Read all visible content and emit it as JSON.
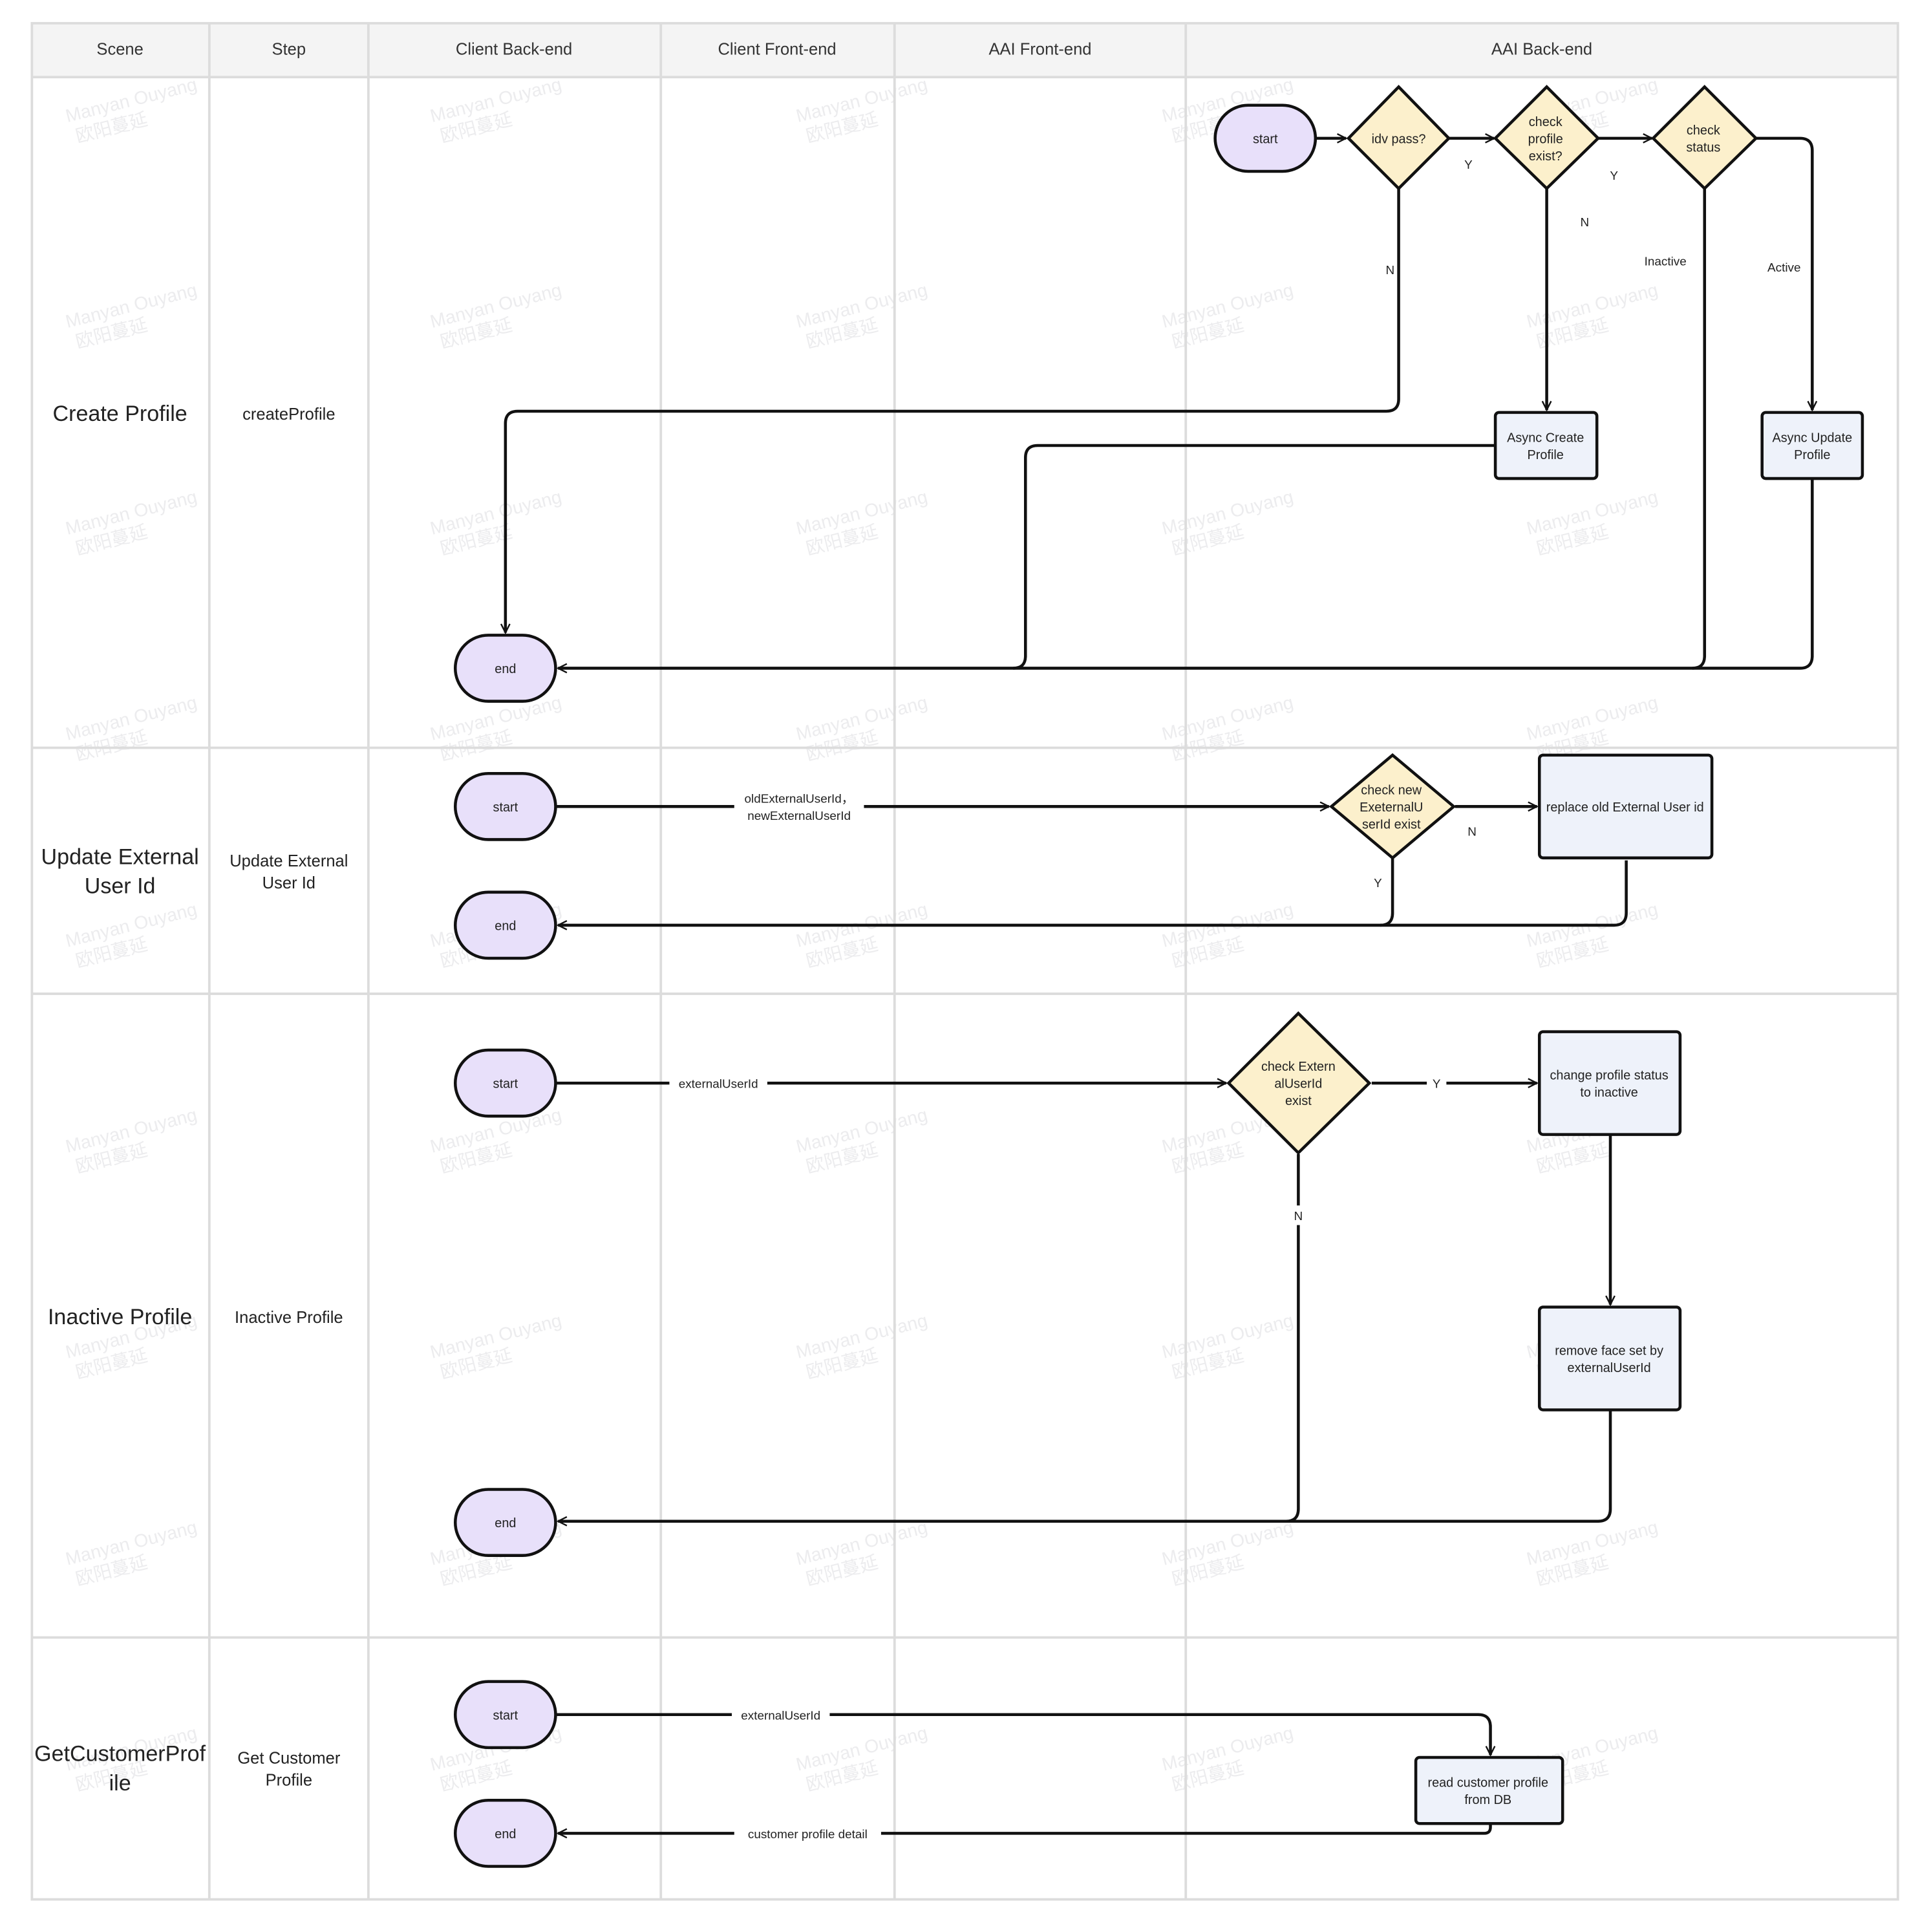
{
  "columns": [
    "Scene",
    "Step",
    "Client Back-end",
    "Client Front-end",
    "AAI Front-end",
    "AAI Back-end"
  ],
  "rows": [
    {
      "scene": [
        "Create Profile"
      ],
      "step": [
        "createProfile"
      ]
    },
    {
      "scene": [
        "Update External",
        "User Id"
      ],
      "step": [
        "Update External",
        "User Id"
      ]
    },
    {
      "scene": [
        "Inactive Profile"
      ],
      "step": [
        "Inactive Profile"
      ]
    },
    {
      "scene": [
        "GetCustomerProf",
        "ile"
      ],
      "step": [
        "Get Customer",
        "Profile"
      ]
    }
  ],
  "watermark": [
    "Manyan Ouyang",
    "欧阳蔓延"
  ],
  "nodes": {
    "cp_start": {
      "type": "terminal",
      "text": [
        "start"
      ]
    },
    "cp_idv": {
      "type": "decision",
      "text": [
        "idv pass?"
      ]
    },
    "cp_check_profile": {
      "type": "decision",
      "text": [
        "check",
        "profile",
        "exist?"
      ]
    },
    "cp_check_status": {
      "type": "decision",
      "text": [
        "check",
        "status"
      ]
    },
    "cp_async_create": {
      "type": "process",
      "text": [
        "Async Create",
        "Profile"
      ]
    },
    "cp_async_update": {
      "type": "process",
      "text": [
        "Async Update",
        "Profile"
      ]
    },
    "cp_end": {
      "type": "terminal",
      "text": [
        "end"
      ]
    },
    "ue_start": {
      "type": "terminal",
      "text": [
        "start"
      ]
    },
    "ue_end": {
      "type": "terminal",
      "text": [
        "end"
      ]
    },
    "ue_check": {
      "type": "decision",
      "text": [
        "check new",
        "ExeternalU",
        "serId exist"
      ]
    },
    "ue_replace": {
      "type": "process",
      "text": [
        "replace old External User id"
      ]
    },
    "ip_start": {
      "type": "terminal",
      "text": [
        "start"
      ]
    },
    "ip_check": {
      "type": "decision",
      "text": [
        "check Extern",
        "alUserId",
        "exist"
      ]
    },
    "ip_change": {
      "type": "process",
      "text": [
        "change profile status",
        "to inactive"
      ]
    },
    "ip_remove": {
      "type": "process",
      "text": [
        "remove face set by",
        "externalUserId"
      ]
    },
    "ip_end": {
      "type": "terminal",
      "text": [
        "end"
      ]
    },
    "gc_start": {
      "type": "terminal",
      "text": [
        "start"
      ]
    },
    "gc_read": {
      "type": "process",
      "text": [
        "read customer profile",
        "from DB"
      ]
    },
    "gc_end": {
      "type": "terminal",
      "text": [
        "end"
      ]
    }
  },
  "edges": {
    "cp_idv_yes": [
      "Y"
    ],
    "cp_idv_no": [
      "N"
    ],
    "cp_profile_yes": [
      "Y"
    ],
    "cp_profile_no": [
      "N"
    ],
    "cp_status_inactive": [
      "Inactive"
    ],
    "cp_status_active": [
      "Active"
    ],
    "ue_ids": [
      "oldExternalUserId，",
      "newExternalUserId"
    ],
    "ue_no": [
      "N"
    ],
    "ue_yes": [
      "Y"
    ],
    "ip_id": [
      "externalUserId"
    ],
    "ip_yes": [
      "Y"
    ],
    "ip_no": [
      "N"
    ],
    "gc_id": [
      "externalUserId"
    ],
    "gc_detail": [
      "customer profile detail"
    ]
  }
}
